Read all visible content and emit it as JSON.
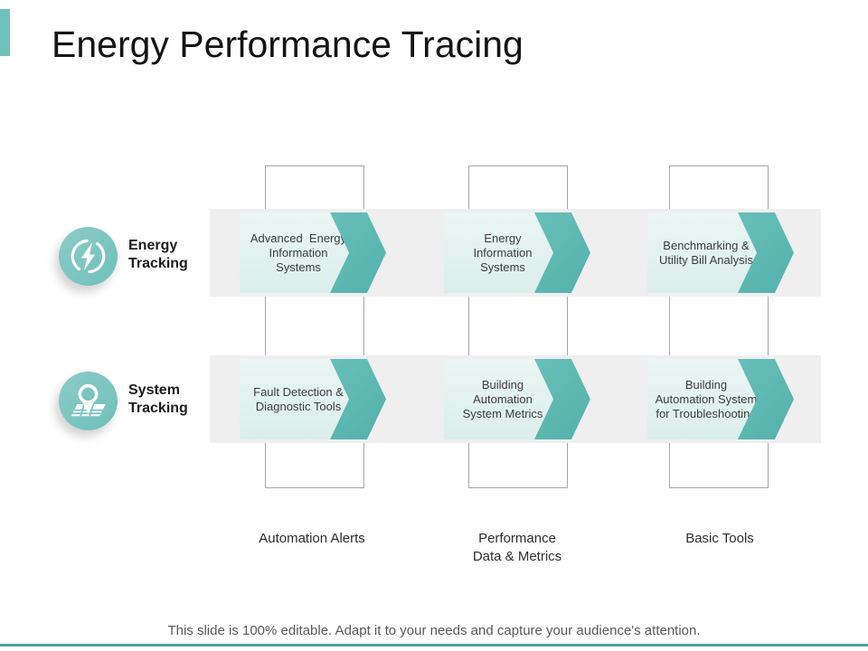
{
  "title": "Energy Performance Tracing",
  "footer": "This slide is 100% editable. Adapt it to your needs and capture your audience's attention.",
  "rows": [
    {
      "label": "Energy\nTracking",
      "icon": "energy-lightning",
      "items": [
        {
          "text": "Advanced  Energy\nInformation\nSystems"
        },
        {
          "text": "Energy\nInformation\nSystems"
        },
        {
          "text": "Benchmarking &\nUtility Bill Analysis"
        }
      ]
    },
    {
      "label": "System\nTracking",
      "icon": "map-pin",
      "items": [
        {
          "text": "Fault Detection &\nDiagnostic Tools"
        },
        {
          "text": "Building\nAutomation\nSystem Metrics"
        },
        {
          "text": "Building\nAutomation System\nfor Troubleshooting"
        }
      ]
    }
  ],
  "column_labels": [
    "Automation Alerts",
    "Performance\nData & Metrics",
    "Basic Tools"
  ],
  "colors": {
    "accent_teal": "#5cb7b1",
    "icon_circle_teal": "#7cc5c0",
    "pale_box": "#e2f1ef",
    "band_gray": "#efefef",
    "connector_border": "#a6a6a6",
    "bottom_line_teal": "#4aa49e"
  }
}
